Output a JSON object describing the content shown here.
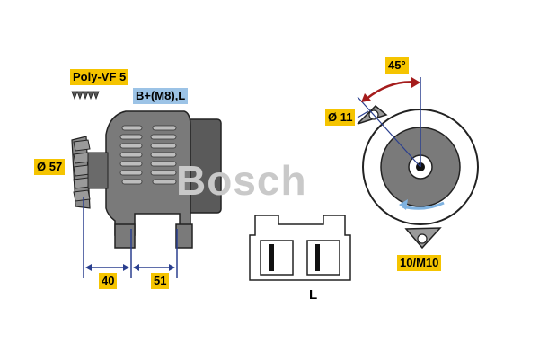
{
  "labels": {
    "pulley": "Poly-VF 5",
    "terminal": "B+(M8),L",
    "diameter_pulley": "Ø 57",
    "dim_40": "40",
    "dim_51": "51",
    "angle": "45°",
    "diameter_hole": "Ø 11",
    "mount": "10/M10",
    "plug": "L"
  },
  "watermark": "Bosch",
  "colors": {
    "label_yellow": "#f5c400",
    "label_blue": "#9cc3e6",
    "dim_line": "#2a3f8f",
    "angle_arrow": "#a51c1c",
    "body_gray": "#7a7a7a",
    "dark_gray": "#555555",
    "rotation_arrow": "#7fb2e0"
  }
}
